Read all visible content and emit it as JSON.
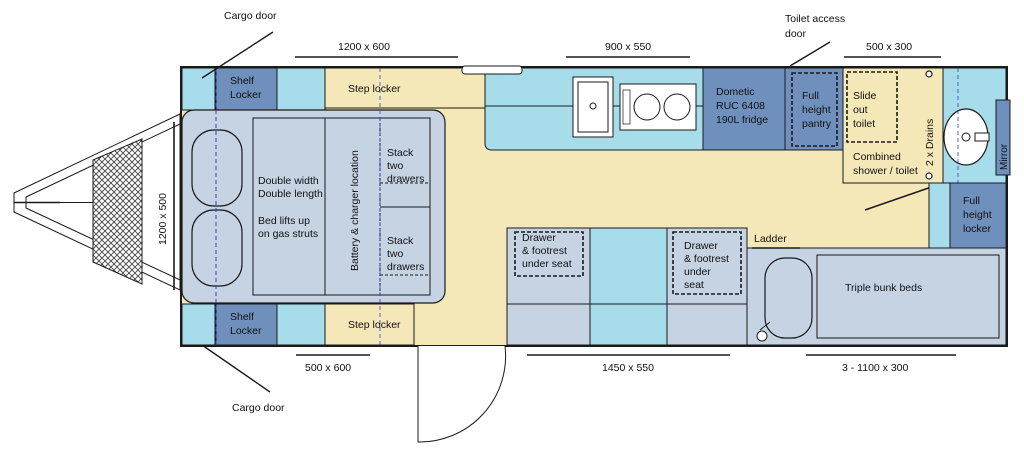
{
  "colors": {
    "cabinet": "#a7dceb",
    "floor": "#f5e8b8",
    "seat": "#c6d3e3",
    "locker": "#6f90bd",
    "outline": "#1a1a1a"
  },
  "labels": {
    "cargo_door_top": "Cargo door",
    "cargo_door_bottom": "Cargo door",
    "toilet_access_door_line1": "Toilet access",
    "toilet_access_door_line2": "door",
    "shelf_locker_top": [
      "Shelf",
      "Locker"
    ],
    "shelf_locker_bottom": [
      "Shelf",
      "Locker"
    ],
    "step_locker_top": "Step locker",
    "step_locker_bottom": "Step locker",
    "bed": [
      "Double width",
      "Double length",
      "",
      "Bed lifts up",
      "on gas struts"
    ],
    "battery": "Battery & charger location",
    "drawers_top": [
      "Stack",
      "two",
      "drawers"
    ],
    "drawers_bottom": [
      "Stack",
      "two",
      "drawers"
    ],
    "fridge": [
      "Dometic",
      "RUC 6408",
      "190L fridge"
    ],
    "pantry": [
      "Full",
      "height",
      "pantry"
    ],
    "slide_toilet": [
      "Slide",
      "out",
      "toilet"
    ],
    "combined": [
      "Combined",
      "shower / toilet"
    ],
    "drains": "2 x Drains",
    "mirror": "Mirror",
    "locker_right": [
      "Full",
      "height",
      "locker"
    ],
    "ladder": "Ladder",
    "seat_left": [
      "Drawer",
      "& footrest",
      "under seat"
    ],
    "seat_right": [
      "Drawer",
      "& footrest",
      "under",
      "seat"
    ],
    "bunks": "Triple bunk beds"
  },
  "dimensions": {
    "top_1200x600": "1200 x 600",
    "top_900x550": "900 x 550",
    "top_500x300": "500 x 300",
    "side_1200x500": "1200 x 500",
    "bottom_500x600": "500 x 600",
    "bottom_1450x550": "1450 x 550",
    "bottom_3x1100x300": "3 - 1100 x 300"
  }
}
